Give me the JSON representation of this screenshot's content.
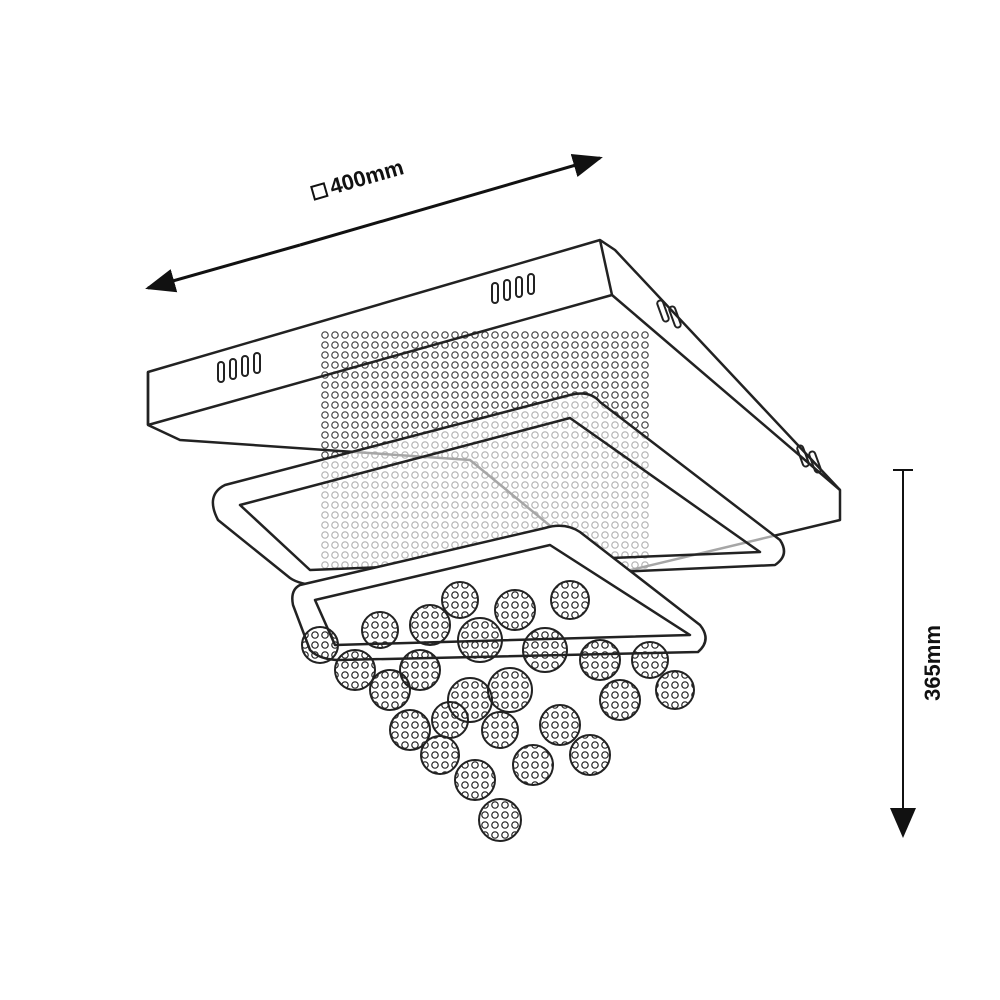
{
  "diagram": {
    "subject": "ceiling-lamp",
    "dimensions": {
      "width_symbol": "□",
      "width_value": "400mm",
      "height_value": "365mm"
    },
    "line_color": "#111111",
    "background_color": "#ffffff"
  }
}
